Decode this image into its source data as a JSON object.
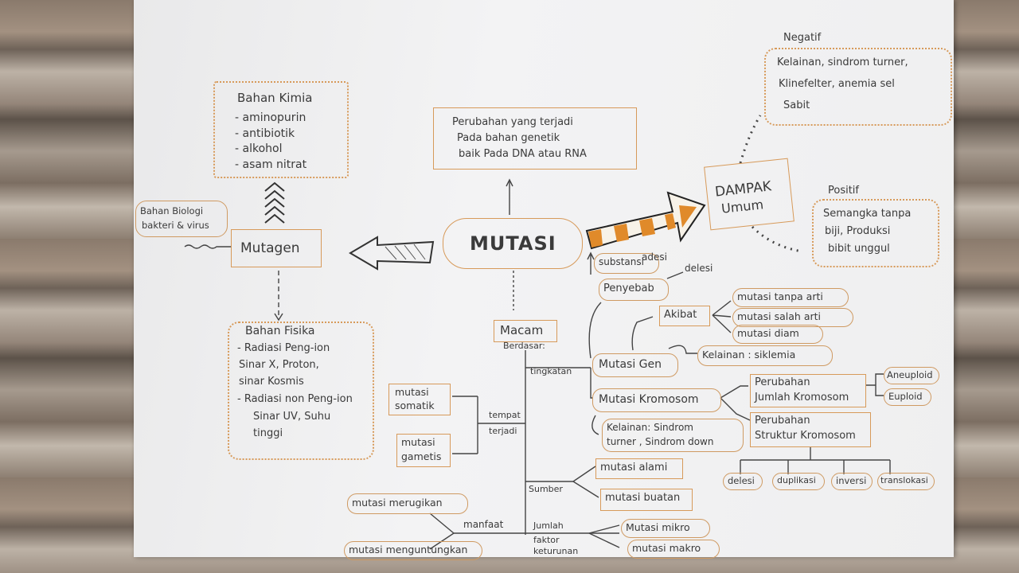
{
  "center": {
    "title": "MUTASI"
  },
  "definition": {
    "lines": [
      "Perubahan yang terjadi",
      "Pada bahan genetik",
      "baik Pada DNA atau RNA"
    ]
  },
  "mutagen": {
    "label": "Mutagen",
    "biologi": {
      "lines": [
        "Bahan Biologi",
        "bakteri & virus"
      ]
    },
    "kimia": {
      "title": "Bahan Kimia",
      "items": [
        "- aminopurin",
        "- antibiotik",
        "- alkohol",
        "- asam nitrat"
      ]
    },
    "fisika": {
      "title": "Bahan Fisika",
      "items": [
        "- Radiasi Peng-ion",
        "Sinar X, Proton,",
        "sinar Kosmis",
        "- Radiasi non Peng-ion",
        "Sinar UV, Suhu",
        "tinggi"
      ]
    }
  },
  "dampak": {
    "label_lines": [
      "DAMPAK",
      "Umum"
    ],
    "negatif": {
      "label": "Negatif",
      "lines": [
        "Kelainan, sindrom turner,",
        "Klinefelter, anemia sel",
        "Sabit"
      ]
    },
    "positif": {
      "label": "Positif",
      "lines": [
        "Semangka tanpa",
        "biji, Produksi",
        "bibit unggul"
      ]
    }
  },
  "penyebab": {
    "label": "Penyebab",
    "items": [
      "substansi",
      "adesi",
      "delesi"
    ]
  },
  "akibat": {
    "label": "Akibat",
    "items": [
      "mutasi tanpa arti",
      "mutasi salah arti",
      "mutasi diam"
    ]
  },
  "macam": {
    "label": "Macam",
    "sub": "Berdasar:",
    "branches": {
      "tingkatan": "tingkatan",
      "tempat": [
        "tempat",
        "terjadi"
      ],
      "sumber": "Sumber",
      "manfaat": "manfaat",
      "jumlah": [
        "Jumlah",
        "faktor",
        "keturunan"
      ]
    }
  },
  "gen": {
    "label": "Mutasi Gen",
    "kelainan": "Kelainan : siklemia"
  },
  "kromosom": {
    "label": "Mutasi Kromosom",
    "kelainan_lines": [
      "Kelainan: Sindrom",
      "turner , Sindrom down"
    ],
    "jumlah_lines": [
      "Perubahan",
      "Jumlah Kromosom"
    ],
    "struktur_lines": [
      "Perubahan",
      "Struktur Kromosom"
    ],
    "jumlah_types": [
      "Aneuploid",
      "Euploid"
    ],
    "struktur_types": [
      "delesi",
      "duplikasi",
      "inversi",
      "translokasi"
    ]
  },
  "tempat_types": {
    "somatik_lines": [
      "mutasi",
      "somatik"
    ],
    "gametis_lines": [
      "mutasi",
      "gametis"
    ]
  },
  "sumber_types": [
    "mutasi alami",
    "mutasi buatan"
  ],
  "manfaat_types": [
    "mutasi merugikan",
    "mutasi menguntungkan"
  ],
  "jumlah_types": [
    "Mutasi mikro",
    "mutasi makro"
  ],
  "colors": {
    "accent": "#d79a5a",
    "ink": "#3a3a3a",
    "stripe": "#e08a2a"
  }
}
